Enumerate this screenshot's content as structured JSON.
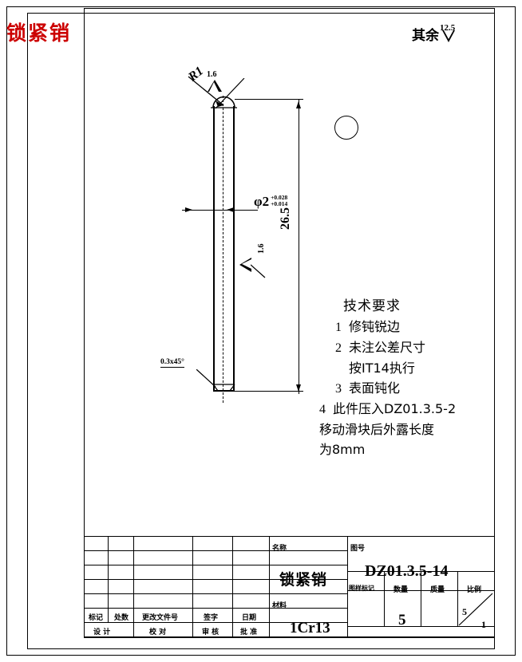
{
  "sheet": {
    "title": "锁紧销",
    "title_color": "#cc0000",
    "general_roughness": {
      "label": "其余",
      "value": "12.5",
      "symbol": "surface-finish-triangle"
    }
  },
  "drawing": {
    "part_name": "锁紧销",
    "dimensions": {
      "diameter": "φ2",
      "tol_upper": "+0.028",
      "tol_lower": "+0.014",
      "length": "26.5",
      "radius": "R1",
      "chamfer": "0.3x45°",
      "roughness_top": "1.6",
      "roughness_side": "1.6"
    }
  },
  "tech_notes": {
    "heading": "技术要求",
    "items": [
      {
        "num": "1",
        "text": "修钝锐边"
      },
      {
        "num": "2",
        "text": "未注公差尺寸"
      },
      {
        "num": "",
        "text": "按IT14执行"
      },
      {
        "num": "3",
        "text": "表面钝化"
      },
      {
        "num": "4",
        "text": "此件压入DZ01.3.5-2"
      },
      {
        "num": "",
        "text": "移动滑块后外露长度"
      },
      {
        "num": "",
        "text": "为8mm"
      }
    ]
  },
  "title_block": {
    "rev_columns": [
      "标记",
      "处数",
      "更改文件号",
      "签字",
      "日期"
    ],
    "sign_columns": [
      "设 计",
      "校 对",
      "审 核",
      "批 准"
    ],
    "name_label": "名称",
    "name_value": "锁紧销",
    "material_label": "材料",
    "material_value": "1Cr13",
    "drawing_no_label": "图号",
    "drawing_no_value": "DZ01.3.5-14",
    "attr_columns": [
      "图样标记",
      "数量",
      "质量",
      "比例"
    ],
    "quantity": "5",
    "mass": "",
    "mark": "",
    "scale_num": "5",
    "scale_den": "1"
  }
}
